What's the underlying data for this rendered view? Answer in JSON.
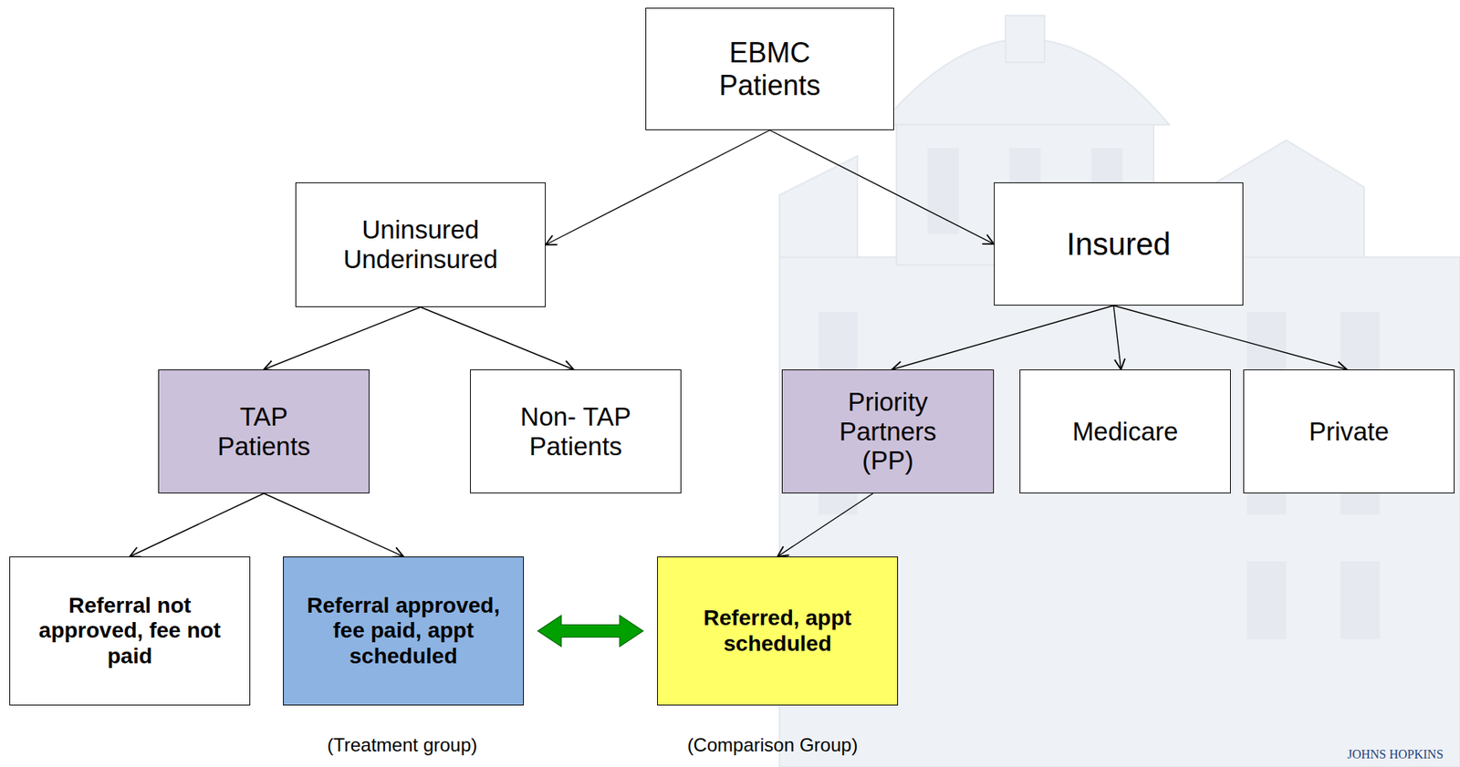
{
  "diagram": {
    "nodes": [
      {
        "text": [
          "EBMC Patients"
        ]
      },
      {
        "text": [
          "Uninsured Underinsured"
        ]
      },
      {
        "text": [
          "Insured"
        ]
      },
      {
        "text": [
          "TAP Patients"
        ]
      },
      {
        "text": [
          "Non- TAP Patients"
        ]
      },
      {
        "text": [
          "Priority Partners (PP)"
        ]
      },
      {
        "text": [
          "Medicare"
        ]
      },
      {
        "text": [
          "Private"
        ]
      },
      {
        "text": [
          "Referral not approved, fee not paid"
        ]
      },
      {
        "text": [
          "Referral approved, fee paid, appt scheduled"
        ]
      },
      {
        "text": [
          "Referred, appt scheduled"
        ]
      }
    ],
    "edges": [
      {
        "from": 0,
        "to": 1,
        "arrow": "to"
      },
      {
        "from": 0,
        "to": 2,
        "arrow": "to"
      },
      {
        "from": 1,
        "to": 3,
        "arrow": "to"
      },
      {
        "from": 1,
        "to": 4,
        "arrow": "to"
      },
      {
        "from": 2,
        "to": 5,
        "arrow": "to"
      },
      {
        "from": 2,
        "to": 6,
        "arrow": "to"
      },
      {
        "from": 2,
        "to": 7,
        "arrow": "to"
      },
      {
        "from": 3,
        "to": 8,
        "arrow": "to"
      },
      {
        "from": 3,
        "to": 9,
        "arrow": "to"
      },
      {
        "from": 5,
        "to": 10,
        "arrow": "to"
      },
      {
        "from": 9,
        "to": 10,
        "arrow": "both"
      }
    ],
    "labels": [
      "(Treatment group)",
      "(Comparison Group)",
      "JOHNS HOPKINS"
    ]
  }
}
